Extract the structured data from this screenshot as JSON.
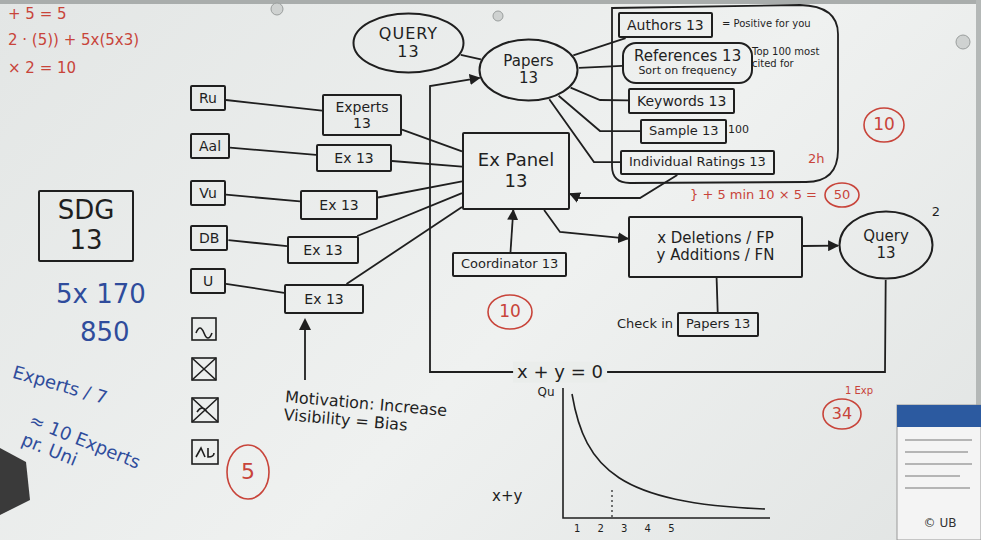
{
  "diagram": {
    "nodes": [
      {
        "text": [
          "SDG 13"
        ]
      },
      {
        "text": [
          "Ru"
        ]
      },
      {
        "text": [
          "Aal"
        ]
      },
      {
        "text": [
          "Vu"
        ]
      },
      {
        "text": [
          "DB"
        ]
      },
      {
        "text": [
          "U"
        ]
      },
      {
        "text": [
          "Experts 13"
        ]
      },
      {
        "text": [
          "Ex 13"
        ]
      },
      {
        "text": [
          "Ex 13"
        ]
      },
      {
        "text": [
          "Ex 13"
        ]
      },
      {
        "text": [
          "Ex 13"
        ]
      },
      {
        "text": [
          "QUERY 13"
        ]
      },
      {
        "text": [
          "Papers 13"
        ]
      },
      {
        "text": [
          "Authors 13"
        ]
      },
      {
        "text": [
          "References 13",
          "Sort on frequency"
        ]
      },
      {
        "text": [
          "Keywords 13"
        ]
      },
      {
        "text": [
          "Sample 13"
        ]
      },
      {
        "text": [
          "Individual Ratings 13"
        ]
      },
      {
        "text": [
          "Ex Panel 13"
        ]
      },
      {
        "text": [
          "Coordinator 13"
        ]
      },
      {
        "text": [
          "x Deletions / FP",
          "y Additions / FN"
        ]
      },
      {
        "text": [
          "Query 13"
        ]
      },
      {
        "text": [
          "Check in",
          "Papers 13"
        ]
      }
    ],
    "edges": [
      {
        "from": 1,
        "to": 6,
        "arrow": "none"
      },
      {
        "from": 2,
        "to": 7,
        "arrow": "none"
      },
      {
        "from": 3,
        "to": 8,
        "arrow": "none"
      },
      {
        "from": 4,
        "to": 9,
        "arrow": "none"
      },
      {
        "from": 5,
        "to": 10,
        "arrow": "none"
      },
      {
        "from": 6,
        "to": 18,
        "arrow": "none"
      },
      {
        "from": 7,
        "to": 18,
        "arrow": "none"
      },
      {
        "from": 8,
        "to": 18,
        "arrow": "none"
      },
      {
        "from": 9,
        "to": 18,
        "arrow": "none"
      },
      {
        "from": 10,
        "to": 18,
        "arrow": "none"
      },
      {
        "from": 11,
        "to": 12,
        "arrow": "none"
      },
      {
        "from": 12,
        "to": 13,
        "arrow": "none"
      },
      {
        "from": 12,
        "to": 14,
        "arrow": "none"
      },
      {
        "from": 12,
        "to": 15,
        "arrow": "none"
      },
      {
        "from": 12,
        "to": 16,
        "arrow": "none"
      },
      {
        "from": 12,
        "to": 17,
        "arrow": "none"
      },
      {
        "from": 17,
        "to": 18,
        "arrow": "to"
      },
      {
        "from": 19,
        "to": 18,
        "arrow": "to"
      },
      {
        "from": 18,
        "to": 20,
        "arrow": "to"
      },
      {
        "from": 20,
        "to": 21,
        "arrow": "to"
      },
      {
        "from": 20,
        "to": 22,
        "arrow": "none"
      },
      {
        "from": 21,
        "to": 12,
        "arrow": "to",
        "label": "x + y = 0"
      }
    ],
    "labels": [
      "+ 5 = 5",
      "2 · (5)) + 5x(5x3)",
      "× 2 = 10",
      "5x 170",
      "850",
      "Experts / 7",
      "≈ 10 Experts pr. Uni",
      "Motivation: Increase Visibility = Bias",
      "= Positive for you",
      "Top 100 most cited for",
      "100",
      "2h",
      "} + 5 min",
      "10 × 5 =",
      "50",
      "10",
      "5",
      "10",
      "2",
      "1 Exp",
      "34",
      "Qu",
      "x+y",
      "1 2 3 4 5",
      "© UB"
    ]
  }
}
